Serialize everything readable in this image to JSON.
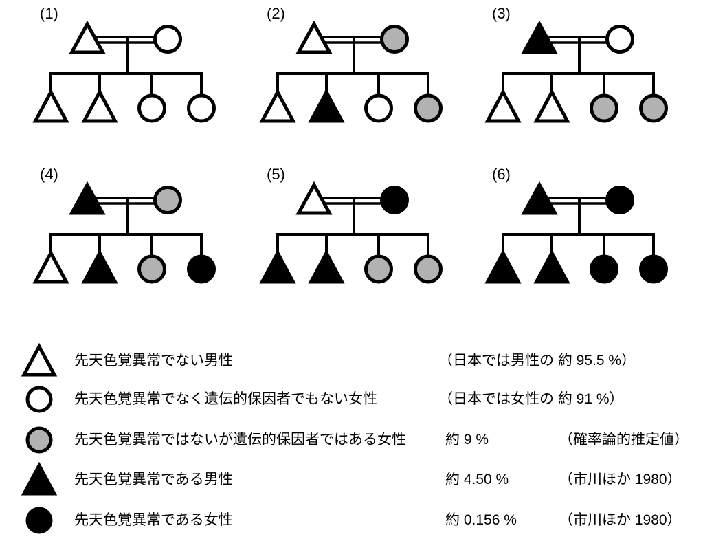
{
  "colors": {
    "outline": "#000000",
    "unaffected_fill": "#ffffff",
    "carrier_fill": "#b2b2b2",
    "affected_fill": "#000000",
    "background": "#ffffff"
  },
  "pedigrees": [
    {
      "label": "(1)",
      "father": "male-unaffected",
      "mother": "female-unaffected",
      "children": [
        "male-unaffected",
        "male-unaffected",
        "female-unaffected",
        "female-unaffected"
      ]
    },
    {
      "label": "(2)",
      "father": "male-unaffected",
      "mother": "female-carrier",
      "children": [
        "male-unaffected",
        "male-affected",
        "female-unaffected",
        "female-carrier"
      ]
    },
    {
      "label": "(3)",
      "father": "male-affected",
      "mother": "female-unaffected",
      "children": [
        "male-unaffected",
        "male-unaffected",
        "female-carrier",
        "female-carrier"
      ]
    },
    {
      "label": "(4)",
      "father": "male-affected",
      "mother": "female-carrier",
      "children": [
        "male-unaffected",
        "male-affected",
        "female-carrier",
        "female-affected"
      ]
    },
    {
      "label": "(5)",
      "father": "male-unaffected",
      "mother": "female-affected",
      "children": [
        "male-affected",
        "male-affected",
        "female-carrier",
        "female-carrier"
      ]
    },
    {
      "label": "(6)",
      "father": "male-affected",
      "mother": "female-affected",
      "children": [
        "male-affected",
        "male-affected",
        "female-affected",
        "female-affected"
      ]
    }
  ],
  "legend": {
    "rows": [
      {
        "symbol": "male-unaffected",
        "description": "先天色覚異常でない男性",
        "percent": "",
        "note": "（日本では男性の 約 95.5 %）"
      },
      {
        "symbol": "female-unaffected",
        "description": "先天色覚異常でなく遺伝的保因者でもない女性",
        "percent": "",
        "note": "（日本では女性の 約 91 %）"
      },
      {
        "symbol": "female-carrier",
        "description": "先天色覚異常ではないが遺伝的保因者ではある女性",
        "percent": "約 9 %",
        "note": "（確率論的推定値）"
      },
      {
        "symbol": "male-affected",
        "description": "先天色覚異常である男性",
        "percent": "約 4.50 %",
        "note": "（市川ほか 1980）"
      },
      {
        "symbol": "female-affected",
        "description": "先天色覚異常である女性",
        "percent": "約 0.156 %",
        "note": "（市川ほか 1980）"
      }
    ]
  }
}
